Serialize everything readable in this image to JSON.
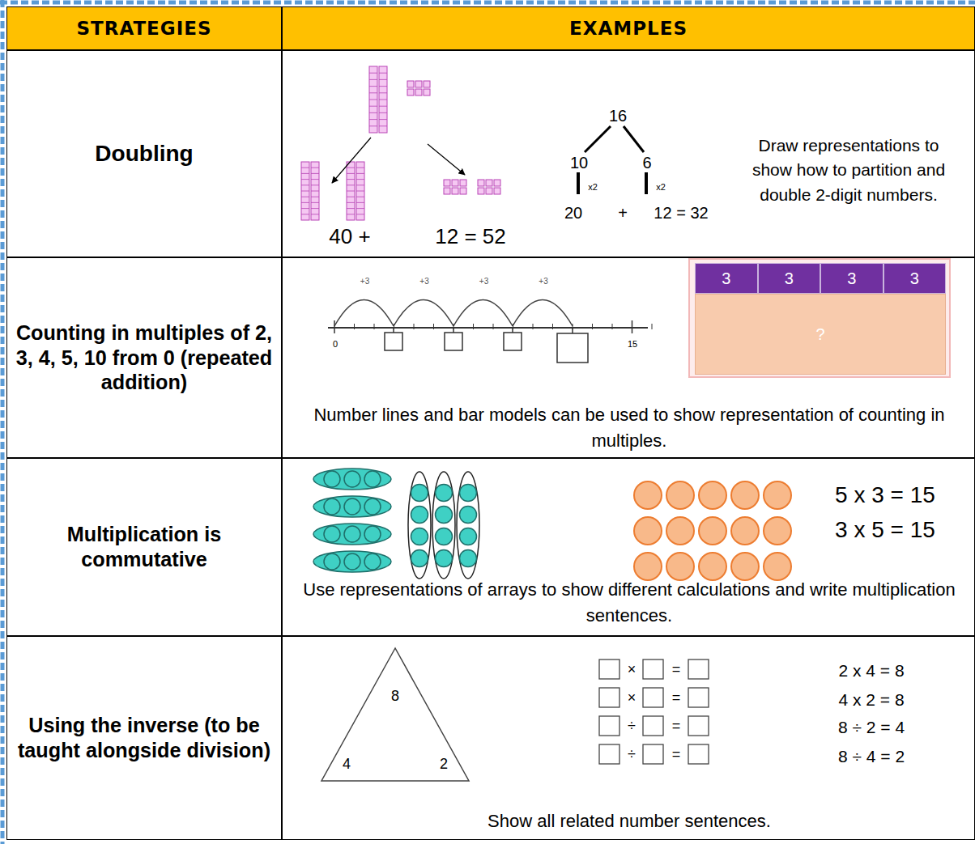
{
  "diagram": {
    "nodes": [
      {
        "text": [
          "STRATEGIES"
        ]
      },
      {
        "text": [
          "EXAMPLES"
        ]
      },
      {
        "text": [
          "Doubling"
        ]
      },
      {
        "text": [
          "40 +",
          "12 = 52",
          "16",
          "10",
          "6",
          "x2",
          "x2",
          "20",
          "+",
          "12 = 32",
          "Draw representations to show how to partition and double 2-digit numbers."
        ]
      },
      {
        "text": [
          "Counting in multiples of 2, 3, 4, 5, 10 from 0 (repeated addition)"
        ]
      },
      {
        "text": [
          "+3",
          "+3",
          "+3",
          "+3",
          "0",
          "15",
          "Number lines and bar models can be used to show representation of counting in multiples."
        ]
      },
      {
        "text": [
          "3"
        ],
        "in": 5
      },
      {
        "text": [
          "3"
        ],
        "in": 5
      },
      {
        "text": [
          "3"
        ],
        "in": 5
      },
      {
        "text": [
          "3"
        ],
        "in": 5
      },
      {
        "text": [
          "?"
        ],
        "in": 5
      },
      {
        "text": [
          "Multiplication is commutative"
        ]
      },
      {
        "text": [
          "5 x 3 = 15",
          "3 x 5 = 15",
          "Use representations of arrays to show different calculations and write multiplication sentences."
        ]
      },
      {
        "text": [
          "Using the inverse (to be taught alongside division)"
        ]
      },
      {
        "text": [
          "×",
          "=",
          "×",
          "=",
          "÷",
          "=",
          "÷",
          "=",
          "2 x 4 = 8",
          "4 x 2 = 8",
          "8 ÷ 2 = 4",
          "8 ÷ 4 = 2",
          "Show all related number sentences."
        ]
      },
      {
        "text": [
          "8",
          "4",
          "2"
        ],
        "in": 14
      }
    ]
  }
}
